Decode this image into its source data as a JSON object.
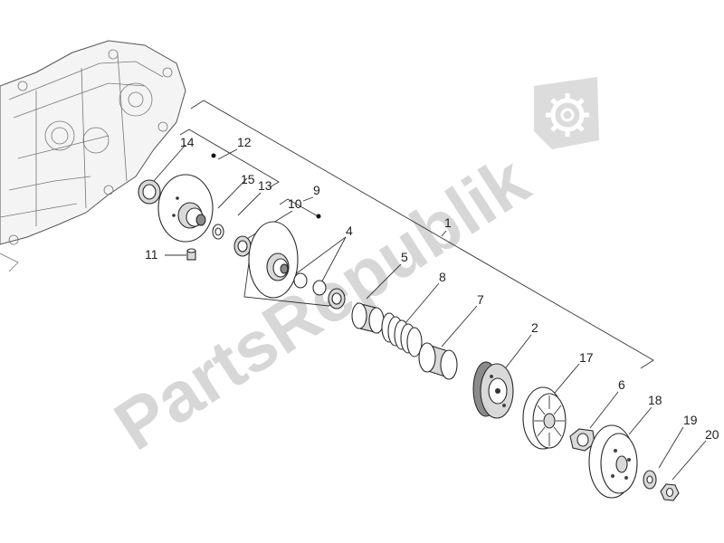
{
  "watermark": {
    "text": "PartsRepublik",
    "logo_icon": "gear-icon"
  },
  "callouts": {
    "c1": "1",
    "c2": "2",
    "c4": "4",
    "c5": "5",
    "c6": "6",
    "c7": "7",
    "c8": "8",
    "c9": "9",
    "c10": "10",
    "c11": "11",
    "c12": "12",
    "c13": "13",
    "c14": "14",
    "c15": "15",
    "c17": "17",
    "c18": "18",
    "c19": "19",
    "c20": "20"
  }
}
